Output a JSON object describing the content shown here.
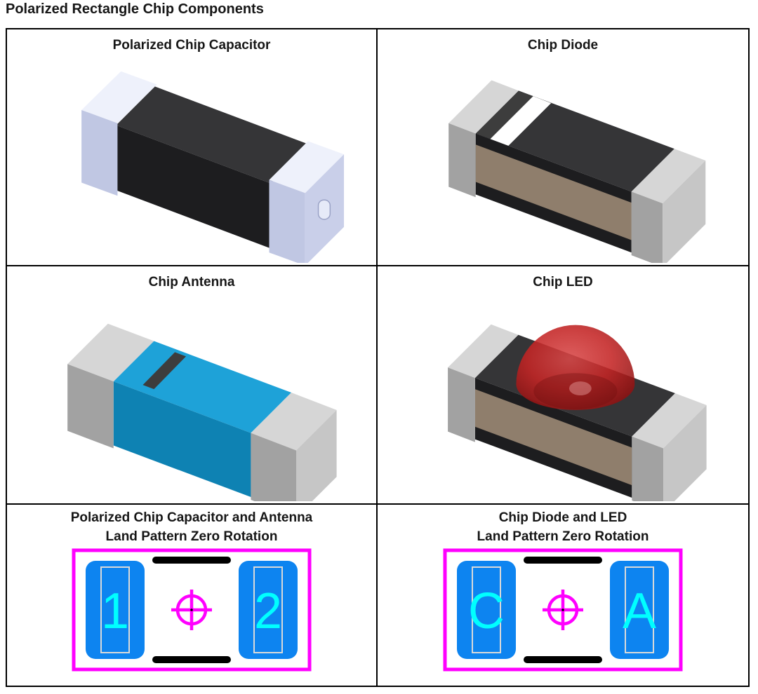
{
  "page_title": "Polarized Rectangle Chip Components",
  "colors": {
    "magenta": "#ff00ff",
    "pad_blue": "#0d84f0",
    "pad_inner_outline": "#d9d9d9",
    "label_cyan": "#00ffff",
    "bar_black": "#000000",
    "cap_lavender_top": "#eef1fb",
    "cap_lavender_front": "#c0c7e3",
    "cap_lavender_end": "#c9cfe9",
    "body_black_top": "#353537",
    "body_black_front": "#1d1d1f",
    "silver_top": "#d6d6d6",
    "silver_front": "#a2a2a2",
    "silver_end": "#c6c6c6",
    "tan_face": "#8f7e6c",
    "antenna_blue_top": "#1ea2d8",
    "antenna_blue_front": "#0e82b3",
    "dark_stripe": "#3d3d3d",
    "white_stripe": "#ffffff",
    "led_dome_light": "#e05050",
    "led_dome_dark": "#8e1212"
  },
  "cells": {
    "capacitor": {
      "title": "Polarized Chip Capacitor"
    },
    "diode": {
      "title": "Chip Diode"
    },
    "antenna": {
      "title": "Chip Antenna"
    },
    "led": {
      "title": "Chip LED"
    },
    "land_left": {
      "title_line1": "Polarized Chip Capacitor and Antenna",
      "title_line2": "Land Pattern Zero Rotation",
      "pad_left_label": "1",
      "pad_right_label": "2"
    },
    "land_right": {
      "title_line1": "Chip Diode and LED",
      "title_line2": "Land Pattern Zero Rotation",
      "pad_left_label": "C",
      "pad_right_label": "A"
    }
  }
}
